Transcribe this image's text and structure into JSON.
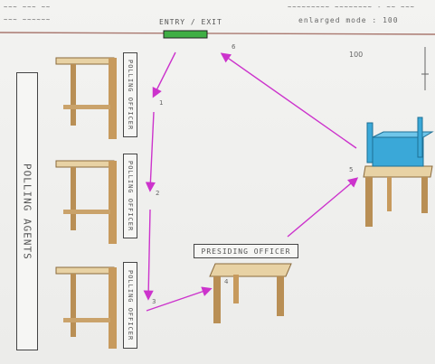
{
  "header": {
    "top_left_line1": "~~~ ~~~ ~~",
    "top_left_line2": "~~~ ~~~~~~",
    "top_right_line1": "~~~~~~~~~ ~~~~~~~~ - ~~ ~~~",
    "scale_text": "enlarged mode : 100"
  },
  "entry_exit_label": "ENTRY / EXIT",
  "polling_agents_label": "POLLING AGENTS",
  "polling_officer_labels": [
    "POLLING OFFICER",
    "POLLING OFFICER",
    "POLLING OFFICER"
  ],
  "presiding_officer_label": "PRESIDING OFFICER",
  "step_numbers": [
    "1",
    "2",
    "3",
    "4",
    "5",
    "6"
  ],
  "right_number_label": "100",
  "colors": {
    "arrow": "#cc33cc",
    "ink": "#5a5a5a",
    "table_top": "#e8d2a4",
    "table_leg": "#b98f55",
    "ballot_box": "#3aa8d8",
    "door": "#3fae44"
  }
}
